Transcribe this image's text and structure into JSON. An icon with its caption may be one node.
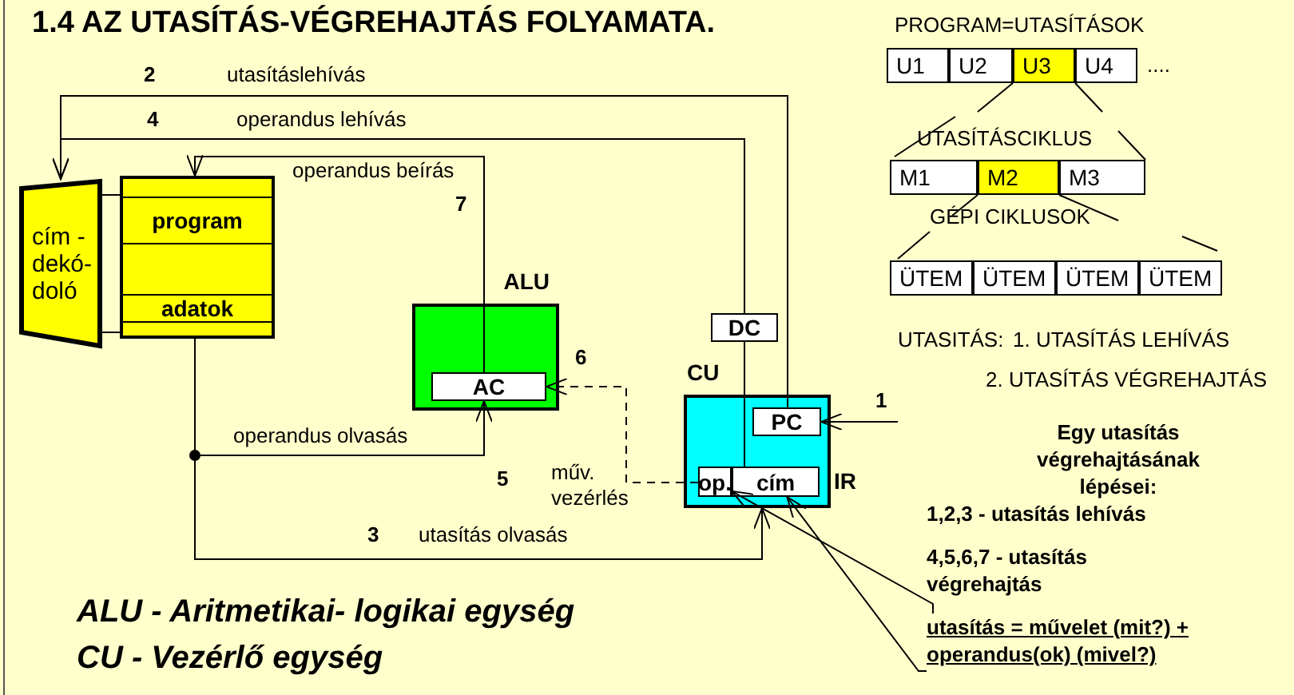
{
  "diagram": {
    "title": "1.4 AZ UTASÍTÁS-VÉGREHAJTÁS FOLYAMATA.",
    "nodes": [
      {
        "text": [
          "cím - dekó- doló"
        ]
      },
      {
        "text": [
          "program",
          "adatok"
        ]
      },
      {
        "text": [
          "ALU"
        ]
      },
      {
        "text": [
          "AC"
        ],
        "in": 2
      },
      {
        "text": [
          "DC"
        ]
      },
      {
        "text": [
          "CU"
        ]
      },
      {
        "text": [
          "PC"
        ],
        "in": 5
      },
      {
        "text": [
          "op."
        ],
        "in": 5
      },
      {
        "text": [
          "cím"
        ],
        "in": 5,
        "beside": [
          "IR"
        ]
      },
      {
        "text": [
          "utasítás = művelet (mit?) + operandus(ok) (mivel?)"
        ]
      },
      {
        "text": [
          "U1"
        ]
      },
      {
        "text": [
          "U2"
        ]
      },
      {
        "text": [
          "U3"
        ]
      },
      {
        "text": [
          "U4"
        ]
      },
      {
        "text": [
          "M1"
        ]
      },
      {
        "text": [
          "M2"
        ]
      },
      {
        "text": [
          "M3"
        ]
      },
      {
        "text": [
          "ÜTEM"
        ]
      },
      {
        "text": [
          "ÜTEM"
        ]
      },
      {
        "text": [
          "ÜTEM"
        ]
      },
      {
        "text": [
          "ÜTEM"
        ]
      }
    ],
    "edges": [
      {
        "from": null,
        "to": 6,
        "arrow": "to",
        "label": "1"
      },
      {
        "from": 6,
        "to": 0,
        "arrow": "to",
        "label": "utasításlehívás"
      },
      {
        "from": 1,
        "to": 5,
        "arrow": "to",
        "label": "utasítás olvasás"
      },
      {
        "from": 4,
        "to": 0,
        "arrow": "to",
        "label": "operandus lehívás"
      },
      {
        "from": 1,
        "to": 3,
        "arrow": "to",
        "label": "operandus olvasás"
      },
      {
        "from": 7,
        "to": 3,
        "arrow": "to",
        "label": "6",
        "style": "dashed"
      },
      {
        "from": 3,
        "to": 1,
        "arrow": "to",
        "label": "operandus beírás"
      },
      {
        "from": 8,
        "to": 4,
        "arrow": "none"
      },
      {
        "from": 0,
        "to": 1,
        "arrow": "none"
      },
      {
        "from": 0,
        "to": 1,
        "arrow": "none"
      },
      {
        "from": 9,
        "to": 7,
        "arrow": "to"
      },
      {
        "from": 9,
        "to": 8,
        "arrow": "to"
      }
    ],
    "labels": [
      "2",
      "4",
      "7",
      "5",
      "műv. vezérlés",
      "3",
      "ALU - Aritmetikai- logikai egység",
      "CU - Vezérlő egység",
      "PROGRAM=UTASÍTÁSOK",
      "....",
      "UTASÍTÁSCIKLUS",
      "GÉPI CIKLUSOK",
      "UTASITÁS:",
      "1. UTASÍTÁS LEHÍVÁS",
      "2. UTASÍTÁS VÉGREHAJTÁS",
      "Egy utasítás végrehajtásának lépései:",
      "1,2,3 - utasítás lehívás",
      "4,5,6,7 - utasítás végrehajtás"
    ]
  }
}
